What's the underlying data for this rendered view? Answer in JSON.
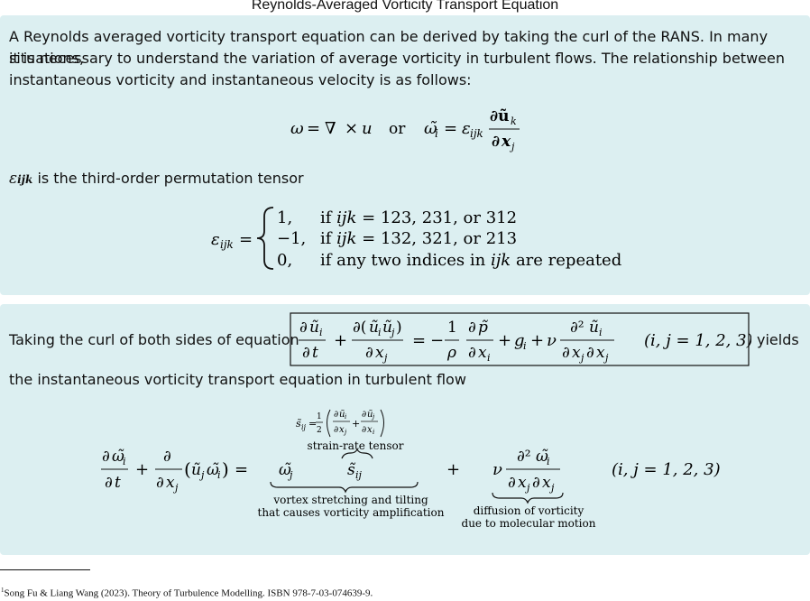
{
  "title": "Reynolds-Averaged Vorticity Transport Equation",
  "panel1": {
    "intro_lines": [
      "A Reynolds averaged vorticity transport equation can be derived by taking the curl of the RANS. In many situations,",
      "it is necessary to understand the variation of average vorticity in turbulent flows. The relationship between",
      "instantaneous vorticity and instantaneous velocity is as follows:"
    ],
    "or_word": "or",
    "permutation_text": "is the third-order permutation tensor",
    "cases": [
      {
        "value": "1,",
        "cond_prefix": "if",
        "cond_var": "ijk",
        "cond_rest": "= 123, 231, or 312"
      },
      {
        "value": "−1,",
        "cond_prefix": "if",
        "cond_var": "ijk",
        "cond_rest": "= 132, 321, or 213"
      },
      {
        "value": "0,",
        "cond_prefix": "if any two indices in",
        "cond_var": "ijk",
        "cond_rest": "are repeated"
      }
    ]
  },
  "panel2": {
    "line1_before": "Taking the curl of both sides of equation",
    "line1_after": "yields",
    "line2": "the instantaneous vorticity transport equation in turbulent flow",
    "index_range": "(i, j = 1, 2, 3)",
    "strain_label": "strain-rate tensor",
    "stretch_note_1": "vortex stretching and tilting",
    "stretch_note_2": "that causes vorticity amplification",
    "diff_note_1": "diffusion of vorticity",
    "diff_note_2": "due to molecular motion"
  },
  "footnote": {
    "marker": "1",
    "text": "Song Fu & Liang Wang (2023). Theory of Turbulence Modelling. ISBN 978-7-03-074639-9."
  }
}
